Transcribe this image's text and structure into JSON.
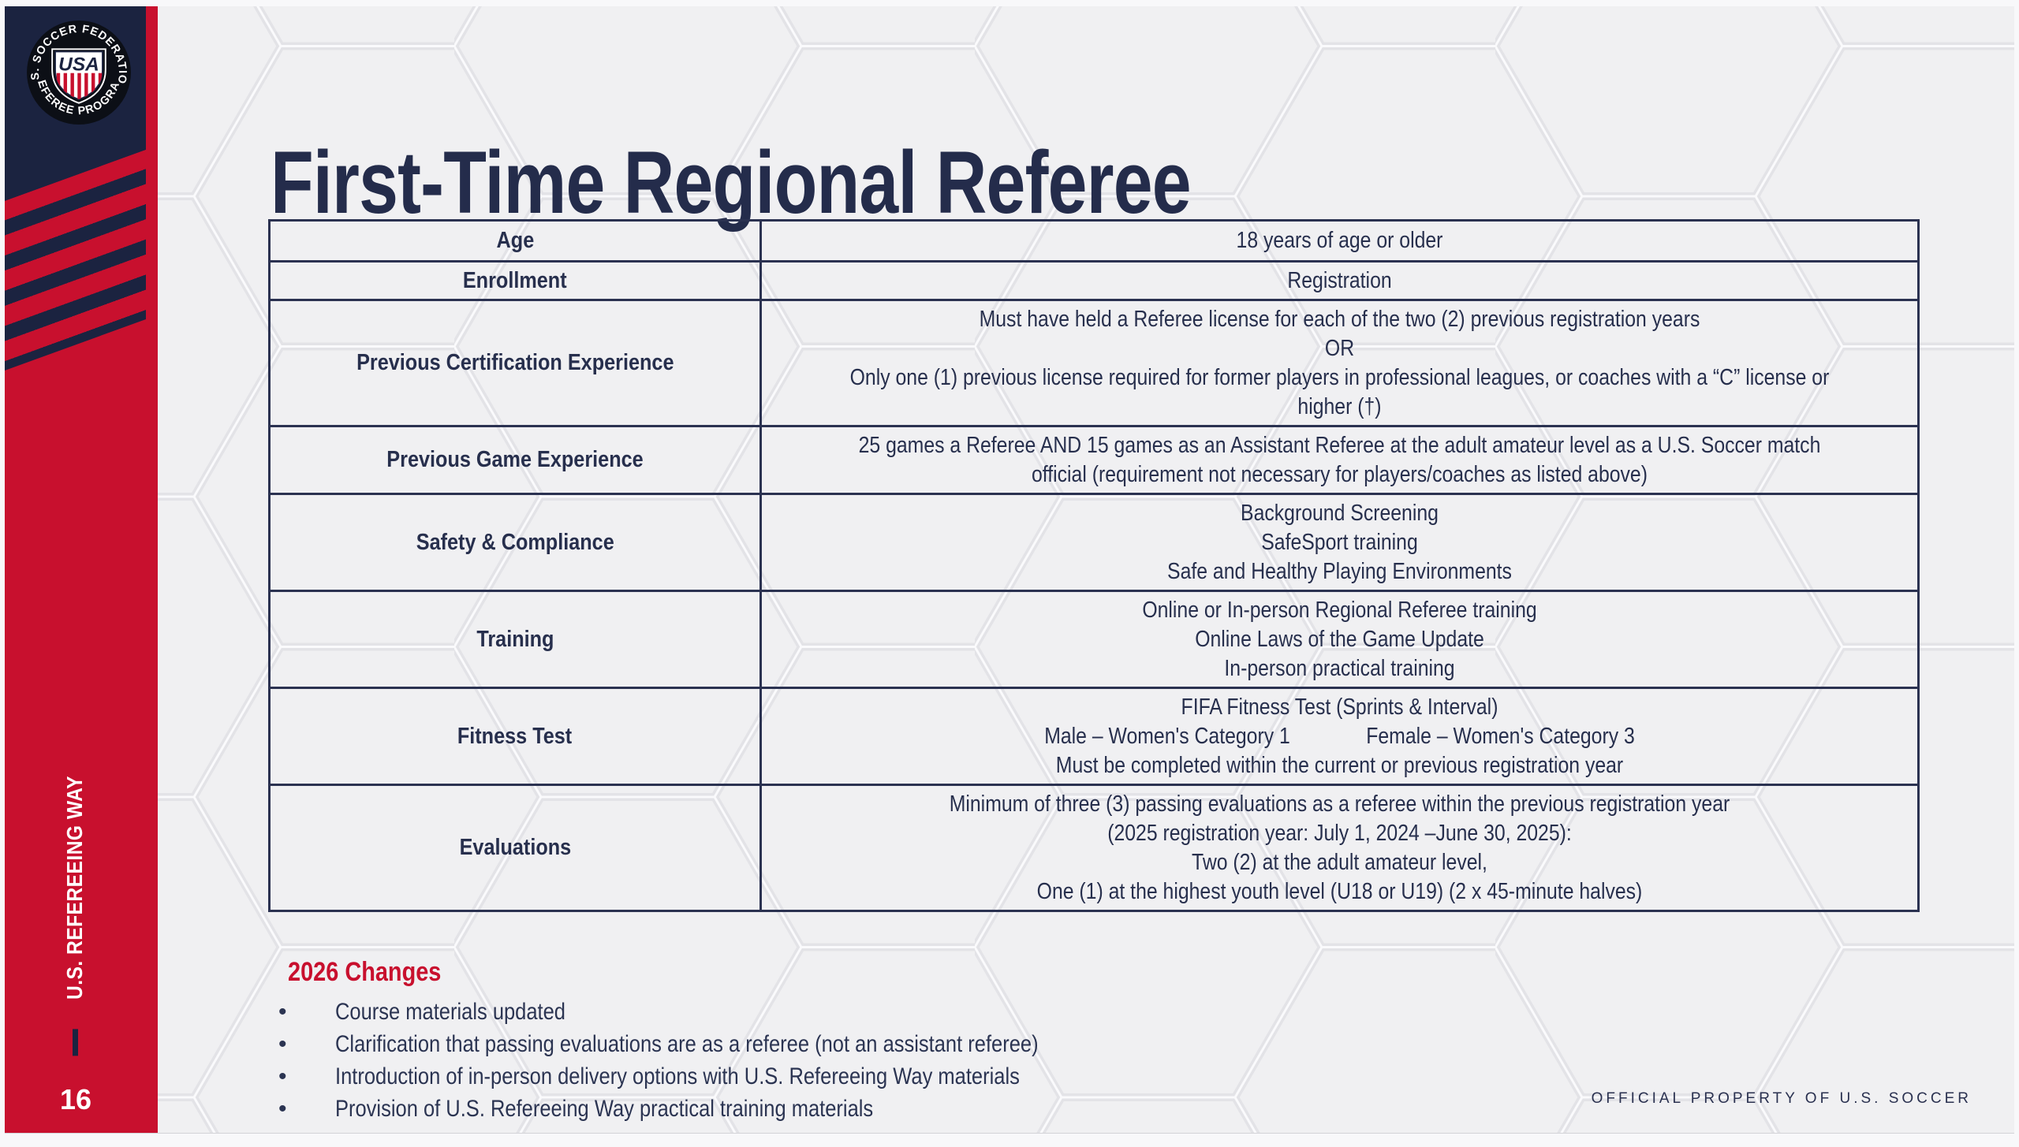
{
  "slide": {
    "title": "First-Time Regional Referee",
    "footer": "OFFICIAL PROPERTY OF U.S. SOCCER",
    "page_number": "16",
    "colors": {
      "red": "#C8102E",
      "navy": "#1B2340",
      "text": "#272F4D",
      "background": "#F0F0F2"
    }
  },
  "sidebar": {
    "logo": {
      "arc_top": "U.S. SOCCER FEDERATION",
      "arc_bottom": "REFEREE PROGRAM",
      "shield_text": "USA"
    },
    "vertical_label": "U.S. REFEREEING WAY"
  },
  "table": {
    "rows": [
      {
        "label": "Age",
        "lines": [
          "18 years of age or older"
        ]
      },
      {
        "label": "Enrollment",
        "lines": [
          "Registration"
        ]
      },
      {
        "label": "Previous Certification Experience",
        "lines": [
          "Must have held a Referee license for each of the two (2) previous registration years",
          "OR",
          "Only one (1) previous license required for former players in professional leagues, or coaches with a “C” license or",
          "higher (†)"
        ]
      },
      {
        "label": "Previous Game Experience",
        "lines": [
          "25 games a Referee AND 15 games as an Assistant Referee at the adult amateur level as a U.S. Soccer match",
          "official (requirement not necessary for players/coaches as listed above)"
        ]
      },
      {
        "label": "Safety & Compliance",
        "lines": [
          "Background Screening",
          "SafeSport training",
          "Safe and Healthy Playing Environments"
        ]
      },
      {
        "label": "Training",
        "lines": [
          "Online or In-person Regional Referee training",
          "Online Laws of the Game Update",
          "In-person practical training"
        ]
      },
      {
        "label": "Fitness Test",
        "lines": [
          "FIFA Fitness Test (Sprints & Interval)",
          "Male – Women's Category 1              Female – Women's Category 3",
          "Must be completed within the current or previous registration year"
        ]
      },
      {
        "label": "Evaluations",
        "lines": [
          "Minimum of three (3) passing evaluations as a referee within the previous registration year",
          "(2025 registration year: July 1, 2024 –June 30, 2025):",
          "Two (2) at the adult amateur level,",
          "One (1) at the highest youth level (U18 or U19) (2 x 45-minute halves)"
        ]
      }
    ]
  },
  "changes": {
    "heading": "2026 Changes",
    "items": [
      "Course materials updated",
      "Clarification that passing evaluations are as a referee (not an assistant referee)",
      "Introduction of in-person delivery options with U.S. Refereeing Way materials",
      "Provision of U.S. Refereeing Way practical training materials"
    ]
  }
}
